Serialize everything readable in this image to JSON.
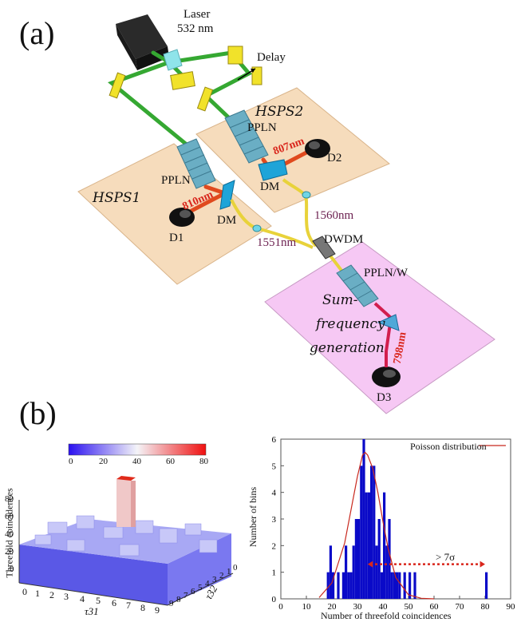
{
  "panel_a": {
    "label": "(a)",
    "laser": "Laser",
    "laser_wavelength": "532 nm",
    "delay": "Delay",
    "hsps1": "HSPS1",
    "hsps2": "HSPS2",
    "ppln": "PPLN",
    "dm": "DM",
    "d1": "D1",
    "d2": "D2",
    "d3": "D3",
    "wl_810": "810nm",
    "wl_807": "807nm",
    "wl_798": "798nm",
    "wl_1551": "1551nm",
    "wl_1560": "1560nm",
    "dwdm": "DWDM",
    "pplnw": "PPLN/W",
    "sfg_line1": "Sum-",
    "sfg_line2": "frequency",
    "sfg_line3": "generation"
  },
  "panel_b": {
    "label": "(b)",
    "colorbar_ticks": [
      "0",
      "20",
      "40",
      "60",
      "80"
    ],
    "z_axis_label": "Threefold coincidences",
    "z_ticks": [
      "80",
      "60",
      "40",
      "20",
      "0"
    ],
    "x_axis_label": "τ31",
    "y_axis_label": "τ32",
    "x_ticks": [
      "0",
      "1",
      "2",
      "3",
      "4",
      "5",
      "6",
      "7",
      "8",
      "9"
    ],
    "y_ticks": [
      "9",
      "8",
      "7",
      "6",
      "5",
      "4",
      "3",
      "2",
      "1",
      "0"
    ]
  },
  "chart_data": {
    "type": "bar",
    "xlabel": "Number of threefold coincidences",
    "ylabel": "Number of bins",
    "xlim": [
      0,
      90
    ],
    "ylim": [
      0,
      6
    ],
    "x_ticks": [
      "0",
      "10",
      "20",
      "30",
      "40",
      "50",
      "60",
      "70",
      "80",
      "90"
    ],
    "y_ticks": [
      "0",
      "1",
      "2",
      "3",
      "4",
      "5",
      "6"
    ],
    "legend": "Poisson distribution",
    "legend_position": "top-right",
    "annotation": "> 7σ",
    "histogram": {
      "x": [
        18,
        19,
        20,
        21,
        22,
        23,
        24,
        25,
        26,
        27,
        28,
        29,
        30,
        31,
        32,
        33,
        34,
        35,
        36,
        37,
        38,
        39,
        40,
        41,
        42,
        43,
        44,
        45,
        46,
        47,
        48,
        49,
        50,
        51,
        52,
        80
      ],
      "values": [
        1,
        2,
        1,
        0,
        1,
        0,
        1,
        2,
        1,
        1,
        2,
        3,
        3,
        5,
        6,
        4,
        4,
        5,
        5,
        2,
        3,
        1,
        4,
        2,
        3,
        1,
        1,
        1,
        1,
        0,
        1,
        0,
        1,
        0,
        1,
        1
      ]
    },
    "fit": {
      "x": [
        15,
        20,
        25,
        28,
        30,
        32,
        33,
        34,
        36,
        38,
        40,
        42,
        45,
        50,
        55,
        60
      ],
      "y": [
        0.05,
        0.6,
        2.1,
        3.6,
        4.6,
        5.4,
        5.5,
        5.4,
        4.9,
        4.0,
        2.9,
        1.9,
        0.8,
        0.15,
        0.02,
        0
      ]
    },
    "colors": {
      "bars": "#0a0ac8",
      "fit": "#c8281e",
      "arrow": "#d9261c"
    }
  }
}
